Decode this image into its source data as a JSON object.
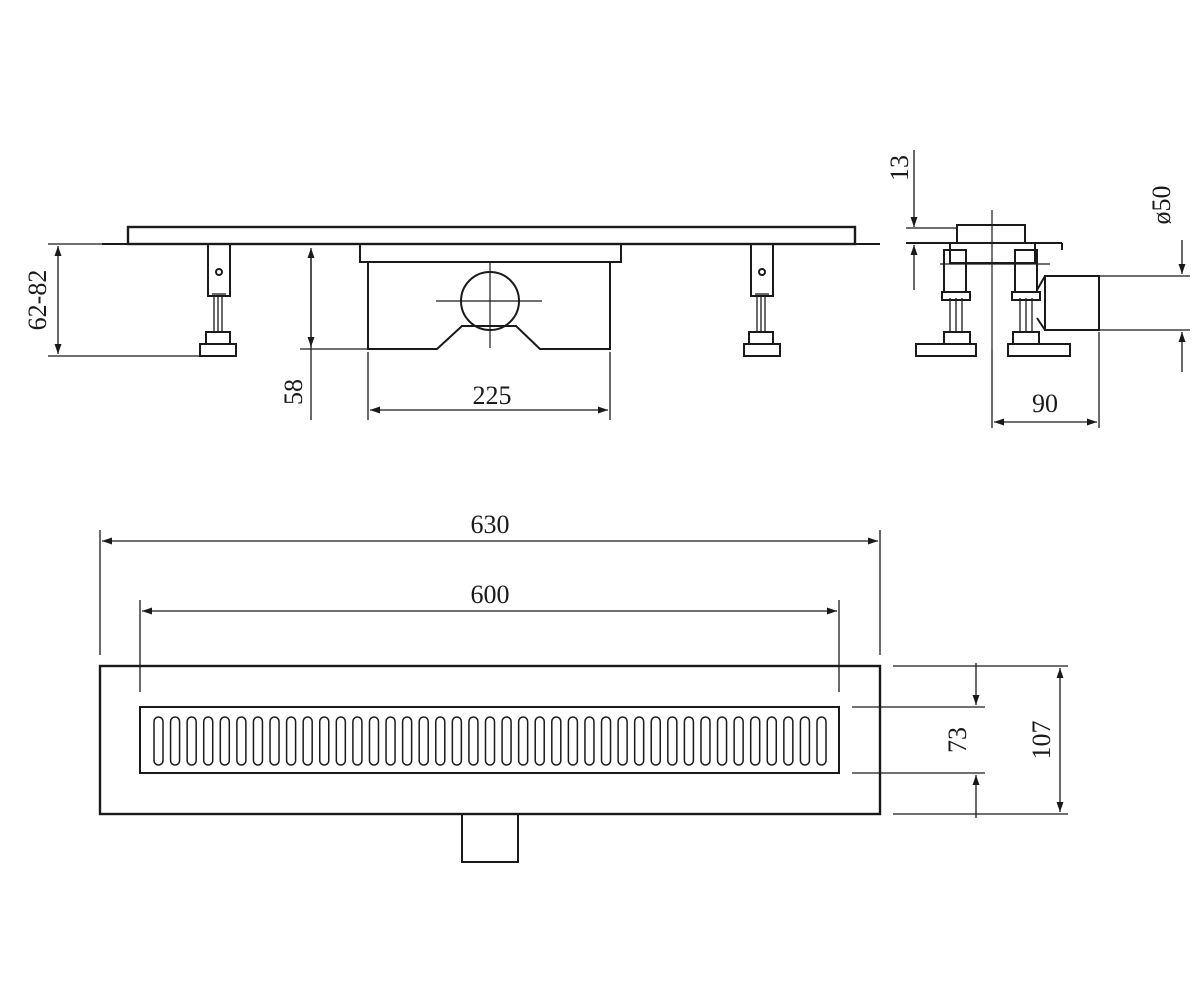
{
  "dimensions": {
    "height_adjust": "62-82",
    "body_height": "58",
    "body_width": "225",
    "grate_thickness": "13",
    "outlet_diameter": "ø50",
    "side_depth": "90",
    "total_length": "630",
    "grate_length": "600",
    "grate_width": "73",
    "total_width": "107"
  },
  "grate": {
    "slot_count": 41
  }
}
